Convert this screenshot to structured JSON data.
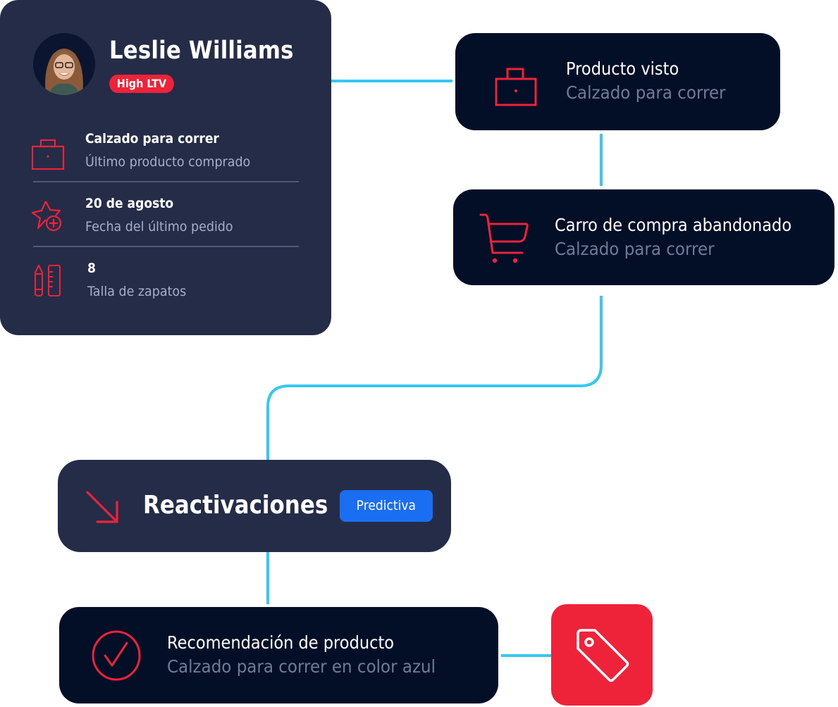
{
  "colors": {
    "background": "#ffffff",
    "profile_card": "#242c47",
    "event_box": "#020f26",
    "accent_red": "#ee2239",
    "connector": "#35c8f2",
    "badge_blue": "#1a6ef2",
    "muted_text": "#6f7c98"
  },
  "profile": {
    "name": "Leslie Williams",
    "badge": "High LTV",
    "attributes": [
      {
        "icon": "shopping-bag-icon",
        "title": "Calzado para correr",
        "subtitle": "Último producto comprado"
      },
      {
        "icon": "star-plus-icon",
        "title": "20 de agosto",
        "subtitle": "Fecha del último pedido"
      },
      {
        "icon": "pencil-ruler-icon",
        "title": "8",
        "subtitle": "Talla de zapatos"
      }
    ]
  },
  "journey": {
    "steps": [
      {
        "icon": "shopping-bag-icon",
        "title": "Producto visto",
        "subtitle": "Calzado para correr"
      },
      {
        "icon": "shopping-cart-icon",
        "title": "Carro de compra abandonado",
        "subtitle": "Calzado para correr"
      },
      {
        "icon": "arrow-down-right-icon",
        "title": "Reactivaciones",
        "badge": "Predictiva"
      },
      {
        "icon": "check-circle-icon",
        "title": "Recomendación de producto",
        "subtitle": "Calzado para correr en color azul"
      }
    ],
    "end_tile": {
      "icon": "price-tag-icon"
    }
  }
}
